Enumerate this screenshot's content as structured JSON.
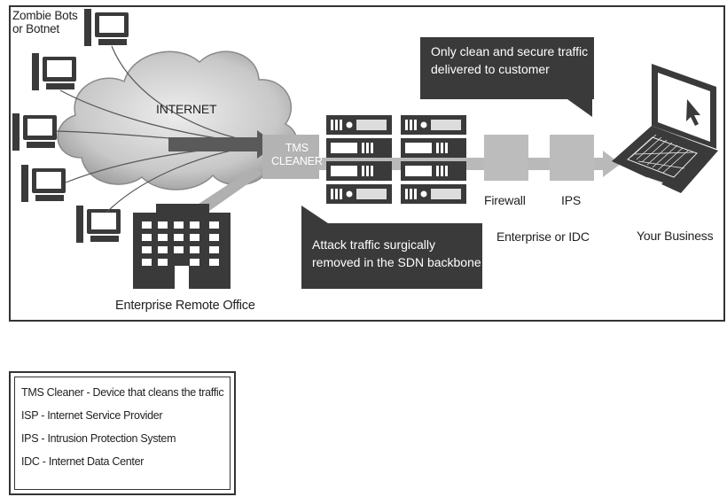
{
  "diagram": {
    "botnet_label": "Zombie Bots\nor Botnet",
    "internet_label": "INTERNET",
    "tms_label": "TMS\nCLEANER",
    "firewall_label": "Firewall",
    "ips_label": "IPS",
    "enterprise_idc_label": "Enterprise or IDC",
    "your_business_label": "Your Business",
    "remote_office_label": "Enterprise Remote Office",
    "callout_clean": "Only clean and secure traffic\ndelivered to customer",
    "callout_attack": "Attack traffic surgically\nremoved in the SDN backbone"
  },
  "legend": {
    "items": [
      "TMS Cleaner - Device that cleans the traffic",
      "ISP - Internet Service Provider",
      "IPS -  Intrusion Protection System",
      "IDC - Internet Data Center"
    ]
  },
  "colors": {
    "dark": "#3a3a3a",
    "gray": "#b8b8b8",
    "arrow": "#9c9c9c",
    "cloud": "#c7c7c7"
  }
}
